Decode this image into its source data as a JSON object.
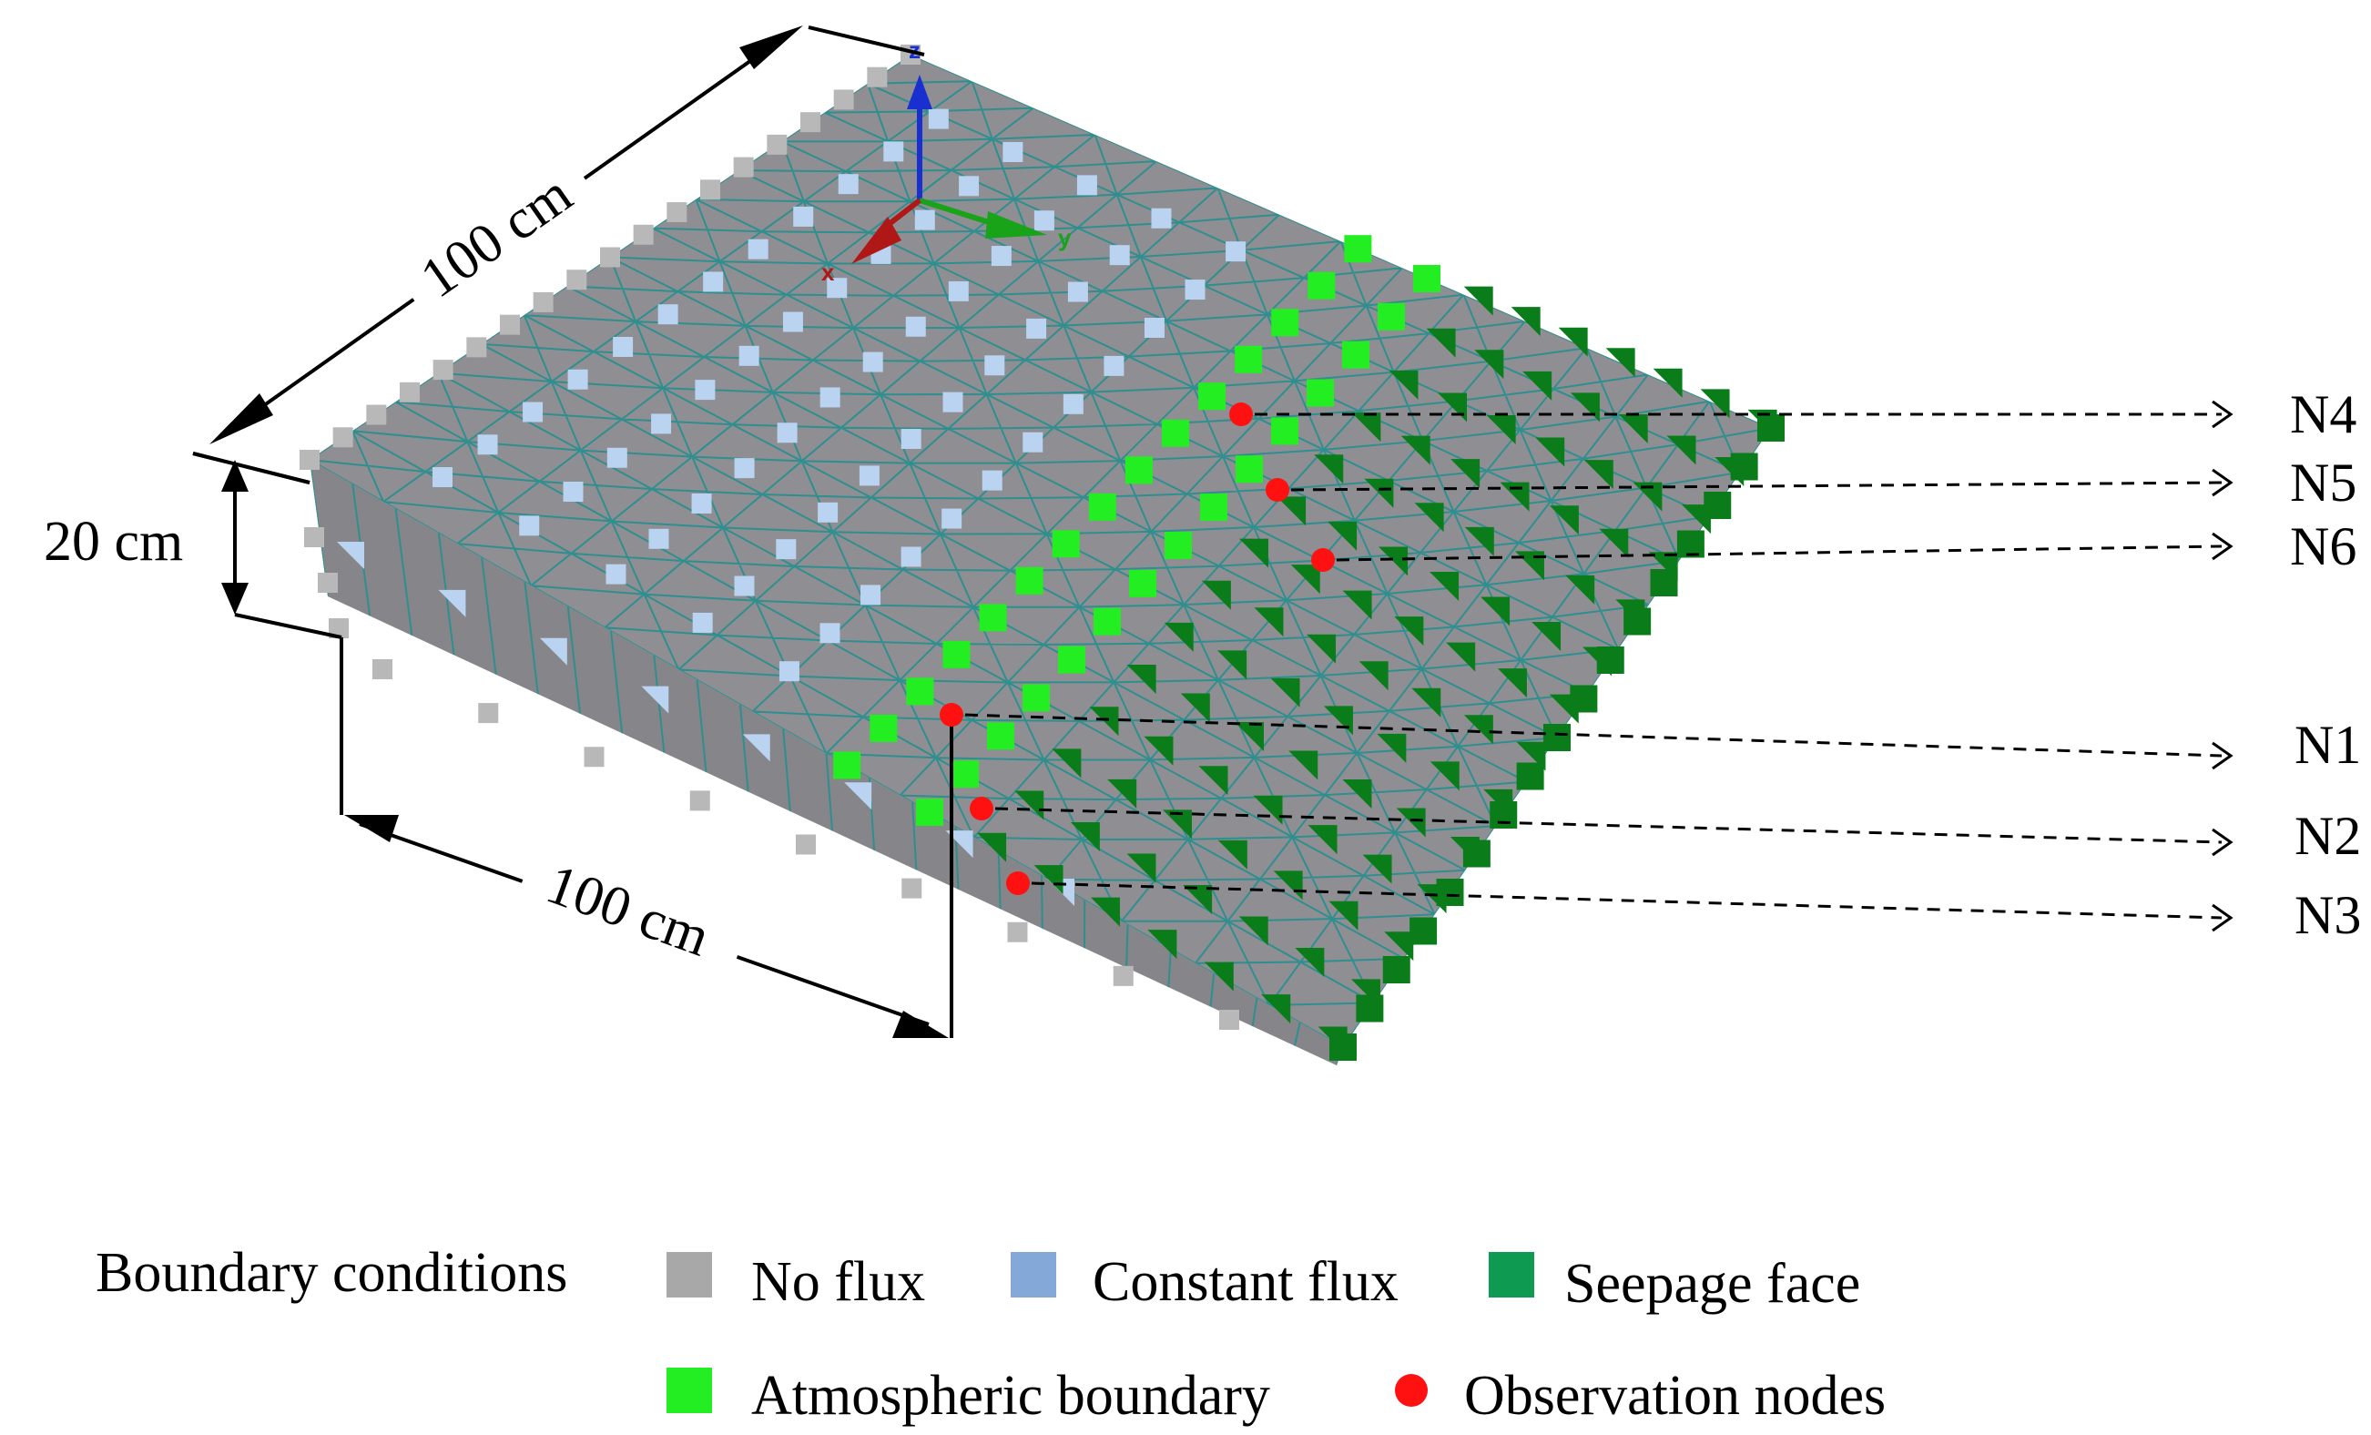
{
  "dimensions": {
    "length_top": "100 cm",
    "length_front": "100 cm",
    "height": "20 cm"
  },
  "axes": {
    "x": "x",
    "y": "y",
    "z": "z"
  },
  "observation_nodes": [
    "N1",
    "N2",
    "N3",
    "N4",
    "N5",
    "N6"
  ],
  "legend": {
    "title": "Boundary conditions",
    "items": [
      {
        "label": "No flux",
        "color": "#a8a8a8",
        "shape": "square"
      },
      {
        "label": "Constant flux",
        "color": "#84a9d8",
        "shape": "square"
      },
      {
        "label": "Seepage face",
        "color": "#0f9a52",
        "shape": "square"
      },
      {
        "label": "Atmospheric boundary",
        "color": "#22ee22",
        "shape": "square"
      },
      {
        "label": "Observation nodes",
        "color": "#ff1111",
        "shape": "circle"
      }
    ]
  },
  "colors": {
    "mesh_face": "#8e8e93",
    "mesh_edge": "#2f8f8f",
    "no_flux": "#b8b8b8",
    "constant_flux": "#b9d3f0",
    "atmospheric": "#22ee22",
    "seepage": "#0a7d1a",
    "node": "#ff1111"
  }
}
